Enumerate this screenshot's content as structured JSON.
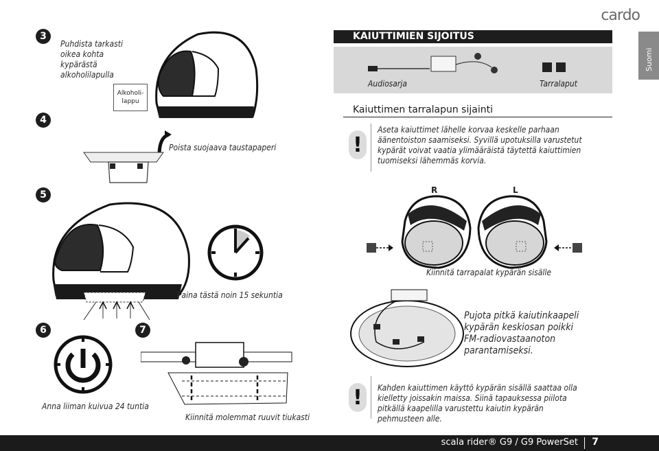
{
  "brand": {
    "logo_text": "cardo"
  },
  "side_tab": {
    "label": "Suomi"
  },
  "steps": {
    "s3": {
      "number": "3",
      "text": "Puhdista tarkasti oikea kohta kypärästä alkoholilapulla"
    },
    "s4": {
      "number": "4",
      "label_box": "Alkoholi-lappu",
      "text": "Poista suojaava taustapaperi"
    },
    "s5": {
      "number": "5",
      "text": "Paina tästä noin 15 sekuntia"
    },
    "s6": {
      "number": "6",
      "text": "Anna liiman kuivua 24 tuntia"
    },
    "s7": {
      "number": "7",
      "text": "Kiinnitä molemmat ruuvit tiukasti"
    }
  },
  "speaker_section": {
    "title": "KAIUTTIMIEN SIJOITUS",
    "audio_label": "Audiosarja",
    "pads_label": "Tarralaput",
    "subhead": "Kaiuttimen tarralapun sijainti",
    "note1": "Aseta kaiuttimet lähelle korvaa keskelle parhaan äänentoiston saamiseksi. Syvillä upotuksilla varustetut kypärät voivat vaatia ylimääräistä täytettä kaiuttimien tuomiseksi lähemmäs korvia.",
    "right_label": "R",
    "left_label": "L",
    "attach_caption": "Kiinnitä tarrapalat kypärän sisälle",
    "cable_caption": "Pujota pitkä kaiutinkaapeli kypärän keskiosan poikki FM-radiovastaanoton parantamiseksi.",
    "note2": "Kahden kaiuttimen käyttö kypärän sisällä saattaa olla kielletty joissakin maissa. Siinä tapauksessa piilota pitkällä kaapelilla varustettu kaiutin kypärän pehmusteen alle."
  },
  "footer": {
    "product": "scala rider® G9 / G9 PowerSet",
    "page": "7"
  }
}
